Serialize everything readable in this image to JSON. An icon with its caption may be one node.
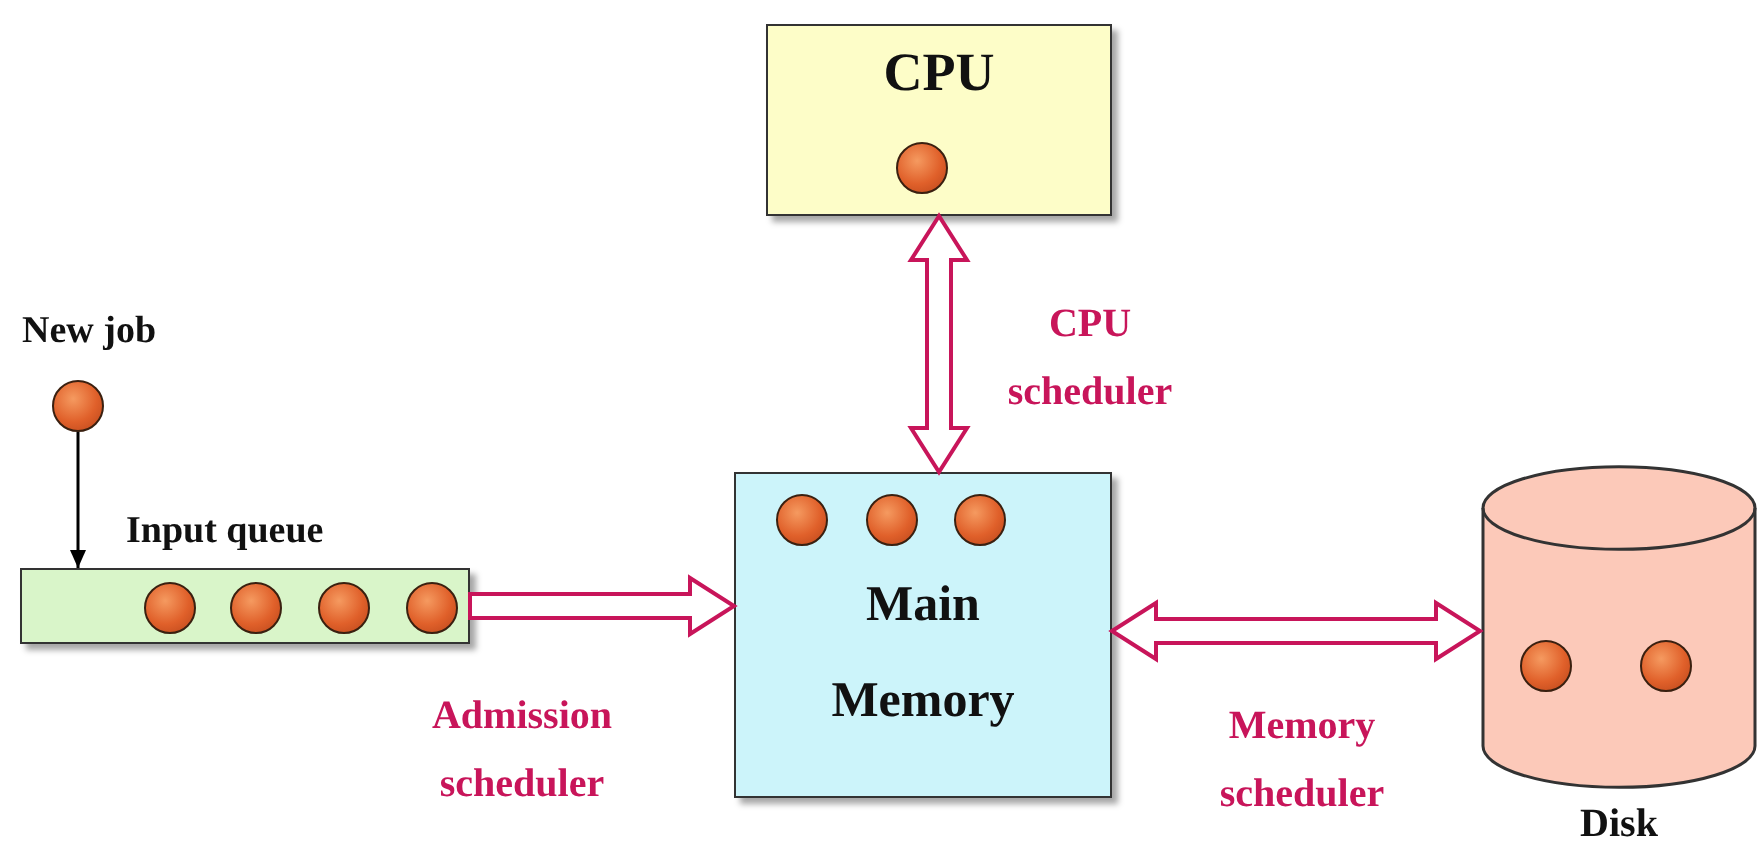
{
  "diagram": {
    "nodes": [
      {
        "text": [
          "CPU"
        ]
      },
      {
        "text": [],
        "shape": "circle",
        "beside": [
          "New job"
        ]
      },
      {
        "text": [
          "Input queue"
        ]
      },
      {
        "text": [
          "Main Memory"
        ]
      },
      {
        "text": [
          "Disk"
        ]
      }
    ],
    "edges": [
      {
        "from": 1,
        "to": 2,
        "arrow": "to",
        "color": "#000000"
      },
      {
        "from": 2,
        "to": 3,
        "arrow": "to",
        "label": "Admission scheduler",
        "style": "thick"
      },
      {
        "from": 0,
        "to": 3,
        "arrow": "both",
        "label": "CPU scheduler",
        "style": "thick"
      },
      {
        "from": 3,
        "to": 4,
        "arrow": "both",
        "label": "Memory scheduler",
        "style": "thick"
      }
    ]
  }
}
